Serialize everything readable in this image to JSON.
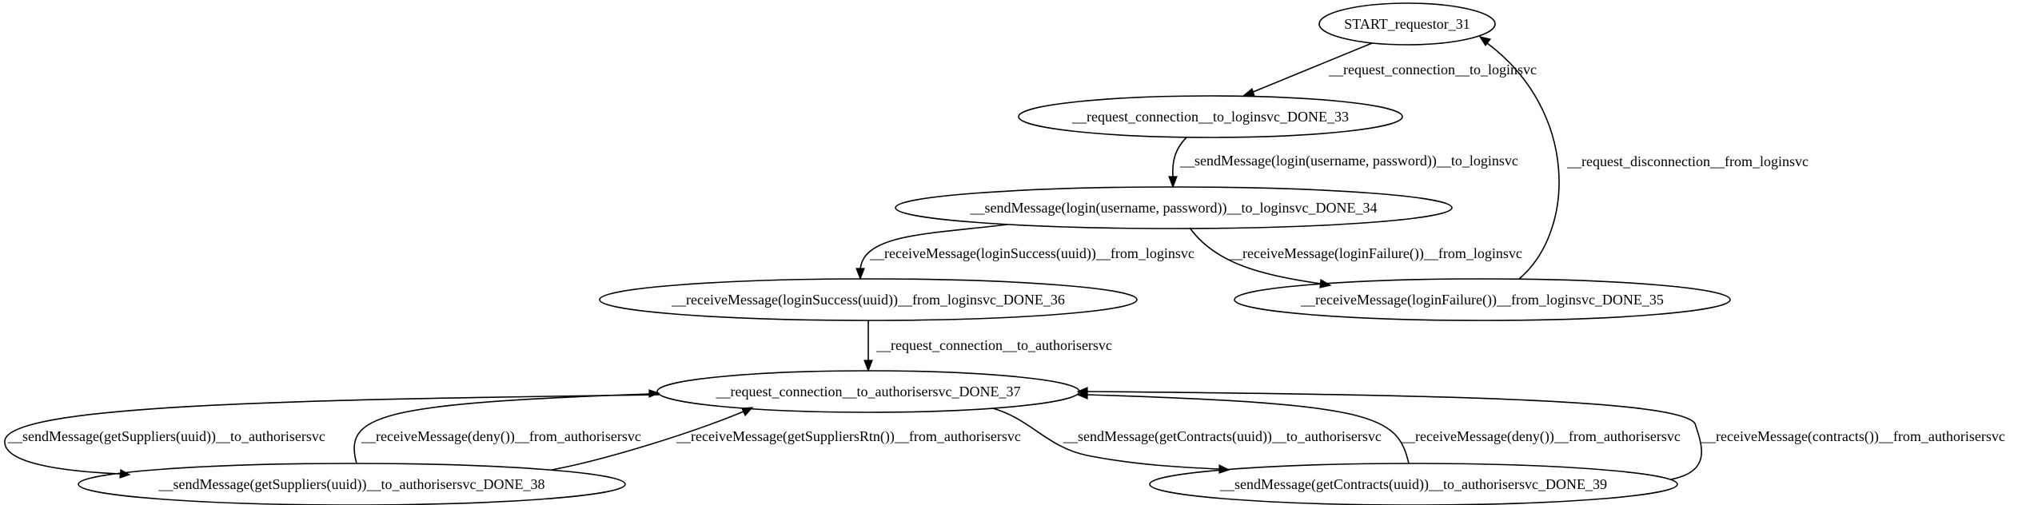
{
  "nodes": {
    "start": "START_requestor_31",
    "n33": "__request_connection__to_loginsvc_DONE_33",
    "n34": "__sendMessage(login(username, password))__to_loginsvc_DONE_34",
    "n36": "__receiveMessage(loginSuccess(uuid))__from_loginsvc_DONE_36",
    "n35": "__receiveMessage(loginFailure())__from_loginsvc_DONE_35",
    "n37": "__request_connection__to_authorisersvc_DONE_37",
    "n38": "__sendMessage(getSuppliers(uuid))__to_authorisersvc_DONE_38",
    "n39": "__sendMessage(getContracts(uuid))__to_authorisersvc_DONE_39"
  },
  "edges": {
    "e31_33": "__request_connection__to_loginsvc",
    "e33_34": "__sendMessage(login(username, password))__to_loginsvc",
    "e35_31": "__request_disconnection__from_loginsvc",
    "e34_36": "__receiveMessage(loginSuccess(uuid))__from_loginsvc",
    "e34_35": "__receiveMessage(loginFailure())__from_loginsvc",
    "e36_37": "__request_connection__to_authorisersvc",
    "e37_38": "__sendMessage(getSuppliers(uuid))__to_authorisersvc",
    "e38_37_deny": "__receiveMessage(deny())__from_authorisersvc",
    "e38_37_rtn": "__receiveMessage(getSuppliersRtn())__from_authorisersvc",
    "e37_39": "__sendMessage(getContracts(uuid))__to_authorisersvc",
    "e39_37_deny": "__receiveMessage(deny())__from_authorisersvc",
    "e39_37_contracts": "__receiveMessage(contracts())__from_authorisersvc"
  }
}
